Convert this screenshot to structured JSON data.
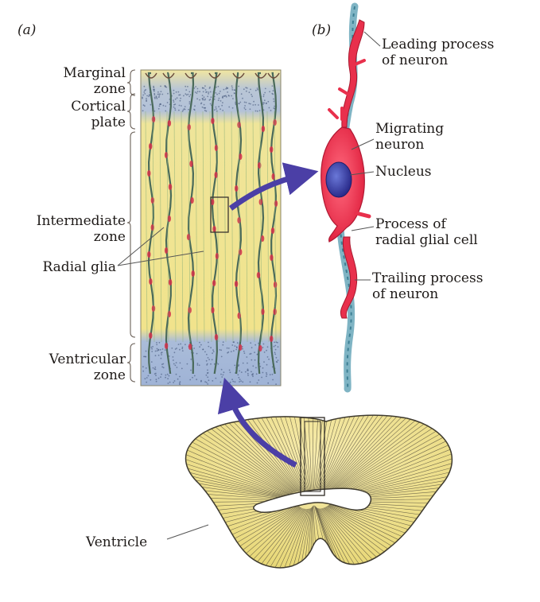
{
  "panels": {
    "a": "(a)",
    "b": "(b)"
  },
  "left_labels": {
    "marginal_zone": [
      "Marginal",
      "zone"
    ],
    "cortical_plate": [
      "Cortical",
      "plate"
    ],
    "intermediate_zone": [
      "Intermediate",
      "zone"
    ],
    "radial_glia": "Radial glia",
    "ventricular_zone": [
      "Ventricular",
      "zone"
    ]
  },
  "right_labels": {
    "leading_process": [
      "Leading process",
      "of neuron"
    ],
    "migrating_neuron": [
      "Migrating",
      "neuron"
    ],
    "nucleus": "Nucleus",
    "radial_glial_process": [
      "Process of",
      "radial glial cell"
    ],
    "trailing_process": [
      "Trailing process",
      "of neuron"
    ]
  },
  "bottom_labels": {
    "ventricle": "Ventricle"
  },
  "colors": {
    "column_yellow": "#f3e48a",
    "zone_blue": "#a9bcd8",
    "glia_teal": "#4a8c9c",
    "neuron_red": "#e8304c",
    "nucleus_blue": "#3b3f9c",
    "arrow_purple": "#4b3fa6",
    "brain_yellow": "#efe08c"
  }
}
